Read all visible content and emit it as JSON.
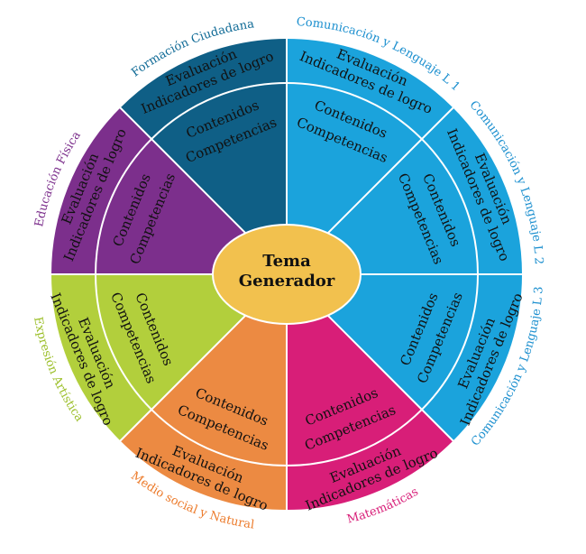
{
  "center": {
    "line1": "Tema",
    "line2": "Generador",
    "color": "#f2c14e"
  },
  "inner_labels": {
    "eval_line1": "Evaluación",
    "eval_line2": "Indicadores de logro",
    "contenidos": "Contenidos",
    "competencias": "Competencias"
  },
  "sectors": [
    {
      "subject": "Comunicación y Lenguaje L 1",
      "color": "#1ba3dc",
      "dark": "#1ba3dc",
      "label_color": "#1b8fcf"
    },
    {
      "subject": "Comunicación y Lenguaje L 2",
      "color": "#1ba3dc",
      "dark": "#1ba3dc",
      "label_color": "#1b8fcf"
    },
    {
      "subject": "Comunicación y Lenguaje L 3",
      "color": "#1ba3dc",
      "dark": "#1ba3dc",
      "label_color": "#1b8fcf"
    },
    {
      "subject": "Matemáticas",
      "color": "#d81e78",
      "dark": "#d81e78",
      "label_color": "#d81e78"
    },
    {
      "subject": "Medio social y Natural",
      "color": "#ec8a42",
      "dark": "#ec8a42",
      "label_color": "#ec7a2a"
    },
    {
      "subject": "Expresión Artística",
      "color": "#b2cf3c",
      "dark": "#b2cf3c",
      "label_color": "#9cbf2a"
    },
    {
      "subject": "Educación Física",
      "color": "#7c2f8c",
      "dark": "#7c2f8c",
      "label_color": "#7c2f8c"
    },
    {
      "subject": "Formación Ciudadana",
      "color": "#0f5f86",
      "dark": "#0f5f86",
      "label_color": "#0f6a96"
    }
  ],
  "line_color": "#ffffff"
}
